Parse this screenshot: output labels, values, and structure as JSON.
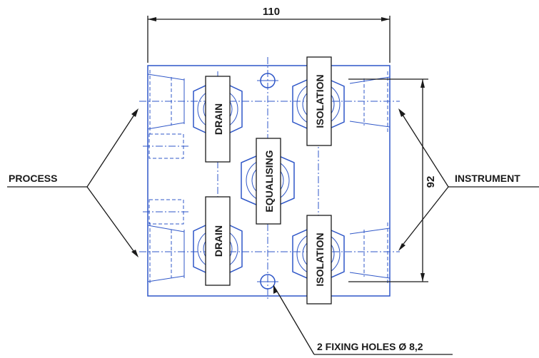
{
  "dimensions": {
    "width": "110",
    "height": "92"
  },
  "labels": {
    "process": "PROCESS",
    "instrument": "INSTRUMENT",
    "fixing_holes": "2 FIXING HOLES Ø 8,2"
  },
  "valves": {
    "drain_top": "DRAIN",
    "drain_bottom": "DRAIN",
    "isolation_top": "ISOLATION",
    "isolation_bottom": "ISOLATION",
    "equalising": "EQUALISING"
  },
  "colors": {
    "outline": "#2f57c8",
    "annotation": "#1a1a1a"
  }
}
